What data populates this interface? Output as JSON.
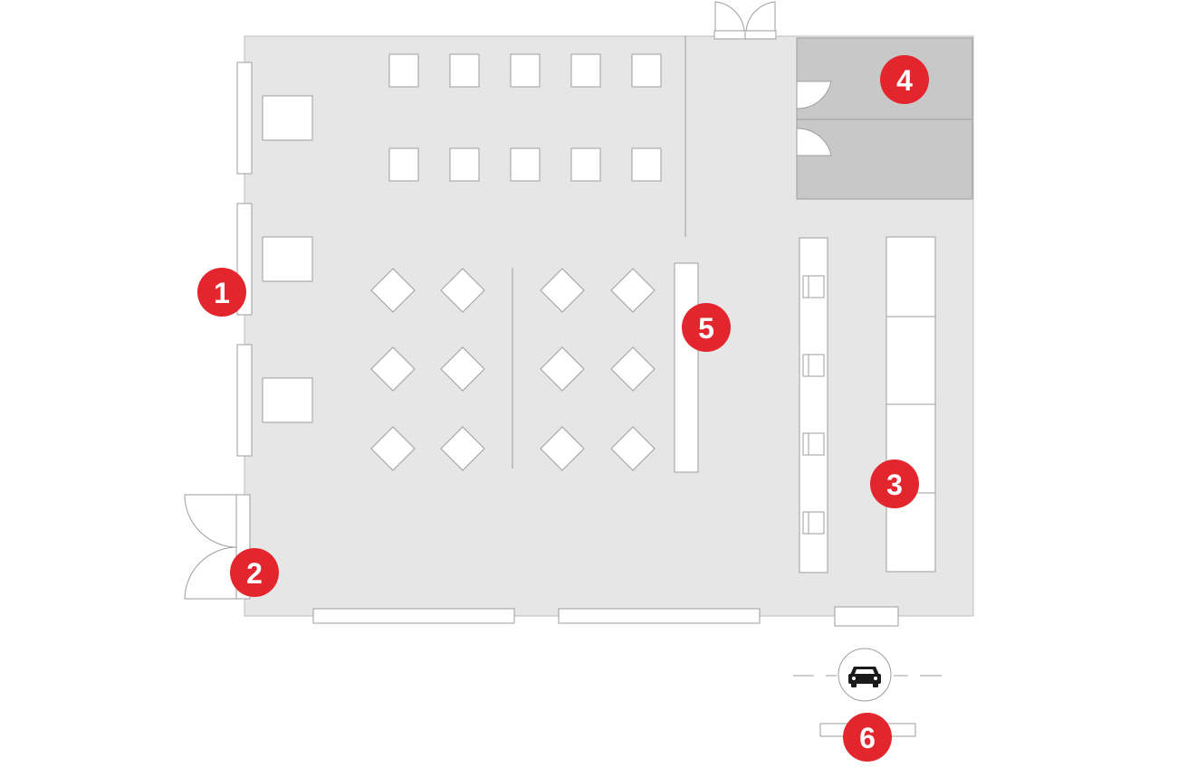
{
  "markers": [
    "1",
    "2",
    "3",
    "4",
    "5",
    "6"
  ],
  "icons": [
    "car-icon"
  ],
  "colors": {
    "floor": "#e6e6e6",
    "office": "#c8c8c8",
    "marker": "#e3262e",
    "furniture": "#ffffff"
  }
}
